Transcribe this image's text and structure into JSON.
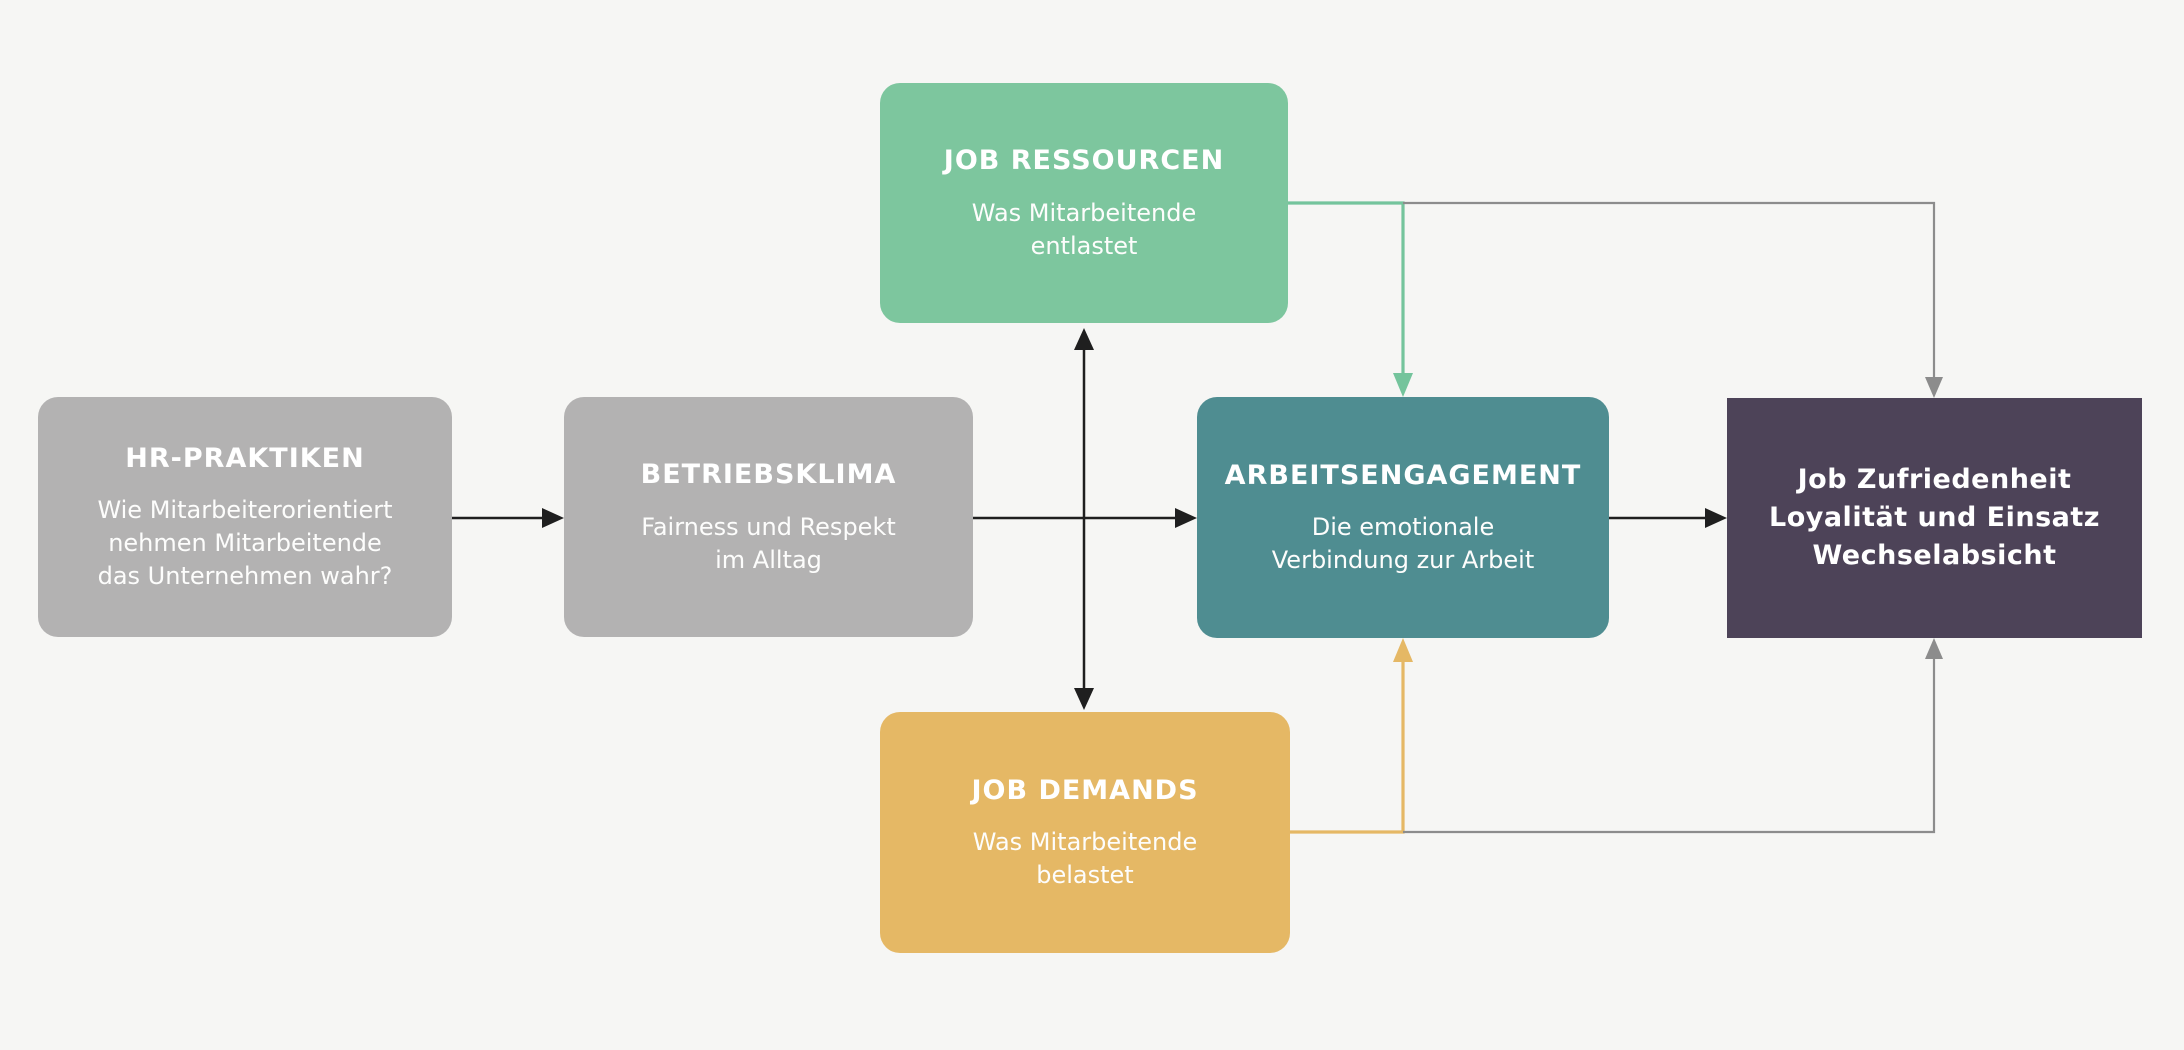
{
  "diagram": {
    "nodes": {
      "hr_praktiken": {
        "title": "HR-PRAKTIKEN",
        "subtitle": "Wie Mitarbeiterorientiert\nnehmen Mitarbeitende\ndas Unternehmen wahr?"
      },
      "betriebsklima": {
        "title": "BETRIEBSKLIMA",
        "subtitle": "Fairness und Respekt\nim Alltag"
      },
      "job_ressourcen": {
        "title": "JOB RESSOURCEN",
        "subtitle": "Was Mitarbeitende\nentlastet"
      },
      "job_demands": {
        "title": "JOB DEMANDS",
        "subtitle": "Was Mitarbeitende\nbelastet"
      },
      "arbeitsengagement": {
        "title": "ARBEITSENGAGEMENT",
        "subtitle": "Die emotionale\nVerbindung zur Arbeit"
      },
      "outcomes": {
        "title": "Job Zufriedenheit\nLoyalität und Einsatz\nWechselabsicht"
      }
    },
    "edges": [
      {
        "from": "hr_praktiken",
        "to": "betriebsklima",
        "style": "black-arrow"
      },
      {
        "from": "betriebsklima",
        "to": "arbeitsengagement",
        "style": "black-arrow"
      },
      {
        "from": "betriebsklima",
        "to": "job_ressourcen_and_job_demands",
        "style": "black-double-arrow"
      },
      {
        "from": "job_ressourcen",
        "to": "arbeitsengagement",
        "style": "green-elbow-arrow"
      },
      {
        "from": "job_ressourcen",
        "to": "outcomes",
        "style": "gray-elbow-arrow"
      },
      {
        "from": "job_demands",
        "to": "arbeitsengagement",
        "style": "yellow-elbow-arrow"
      },
      {
        "from": "job_demands",
        "to": "outcomes",
        "style": "gray-elbow-arrow"
      },
      {
        "from": "arbeitsengagement",
        "to": "outcomes",
        "style": "black-arrow"
      }
    ],
    "colors": {
      "background": "#f6f6f4",
      "box_gray": "#b3b2b2",
      "box_green": "#7dc69e",
      "box_teal": "#4f8d91",
      "box_yellow": "#e5b865",
      "box_purple": "#4d4358",
      "text_white": "#ffffff",
      "edge_black": "#1f1f1f",
      "edge_gray": "#8c8c8c",
      "edge_green": "#74c49c",
      "edge_yellow": "#e5b865"
    }
  }
}
